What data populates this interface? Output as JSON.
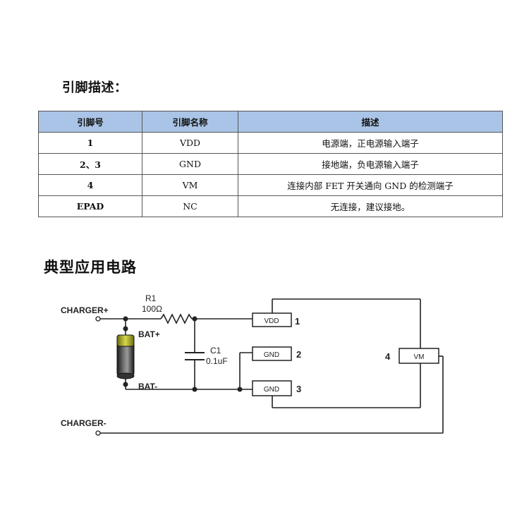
{
  "pin_section": {
    "heading": "引脚描述："
  },
  "pin_table": {
    "headers": [
      "引脚号",
      "引脚名称",
      "描述"
    ],
    "rows": [
      [
        "1",
        "VDD",
        "电源端，正电源输入端子"
      ],
      [
        "2、3",
        "GND",
        "接地端，负电源输入端子"
      ],
      [
        "4",
        "VM",
        "连接内部 FET 开关通向 GND 的检测端子"
      ],
      [
        "EPAD",
        "NC",
        "无连接，建议接地。"
      ]
    ]
  },
  "circuit_section": {
    "heading": "典型应用电路"
  },
  "circuit": {
    "charger_pos": "CHARGER+",
    "charger_neg": "CHARGER-",
    "resistor_name": "R1",
    "resistor_value": "100Ω",
    "bat_pos": "BAT+",
    "bat_neg": "BAT-",
    "cap_name": "C1",
    "cap_value": "0.1uF",
    "chip_pins": [
      {
        "label": "VDD",
        "number": "1"
      },
      {
        "label": "GND",
        "number": "2"
      },
      {
        "label": "GND",
        "number": "3"
      },
      {
        "label": "VM",
        "number": "4"
      }
    ]
  }
}
